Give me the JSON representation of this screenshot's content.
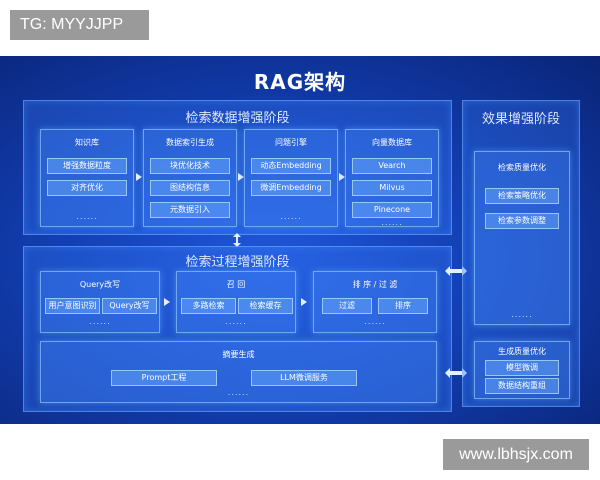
{
  "watermarks": {
    "tg": "TG: MYYJJPP",
    "site": "www.lbhsjx.com"
  },
  "title": "RAG架构",
  "retrieval_data": {
    "title": "检索数据增强阶段",
    "cards": [
      {
        "title": "知识库",
        "items": [
          "增强数据粒度",
          "对齐优化"
        ],
        "more": "......"
      },
      {
        "title": "数据索引生成",
        "items": [
          "块优化技术",
          "图结构信息",
          "元数据引入"
        ],
        "more": ""
      },
      {
        "title": "问题引擎",
        "items": [
          "动态Embedding",
          "微调Embedding"
        ],
        "more": "......"
      },
      {
        "title": "向量数据库",
        "items": [
          "Vearch",
          "Milvus",
          "Pinecone"
        ],
        "more": "......"
      }
    ]
  },
  "retrieval_process": {
    "title": "检索过程增强阶段",
    "cards": [
      {
        "title": "Query改写",
        "items": [
          "用户意图识别",
          "Query改写"
        ],
        "more": "......"
      },
      {
        "title": "召 回",
        "items": [
          "多路检索",
          "检索缓存"
        ],
        "more": "......"
      },
      {
        "title": "排 序 / 过 滤",
        "items": [
          "过滤",
          "排序"
        ],
        "more": "......"
      }
    ],
    "summary": {
      "title": "摘要生成",
      "items": [
        "Prompt工程",
        "LLM微调服务"
      ],
      "more": "......"
    }
  },
  "effect": {
    "title": "效果增强阶段",
    "retrieval_quality": {
      "title": "检索质量优化",
      "items": [
        "检索策略优化",
        "检索参数调整"
      ],
      "more": "......"
    },
    "generation_quality": {
      "title": "生成质量优化",
      "items": [
        "模型微调",
        "数据结构重组"
      ]
    }
  },
  "colors": {
    "background": "#123fb3",
    "panel_border": "#78b4ff",
    "text": "#ffffff"
  }
}
